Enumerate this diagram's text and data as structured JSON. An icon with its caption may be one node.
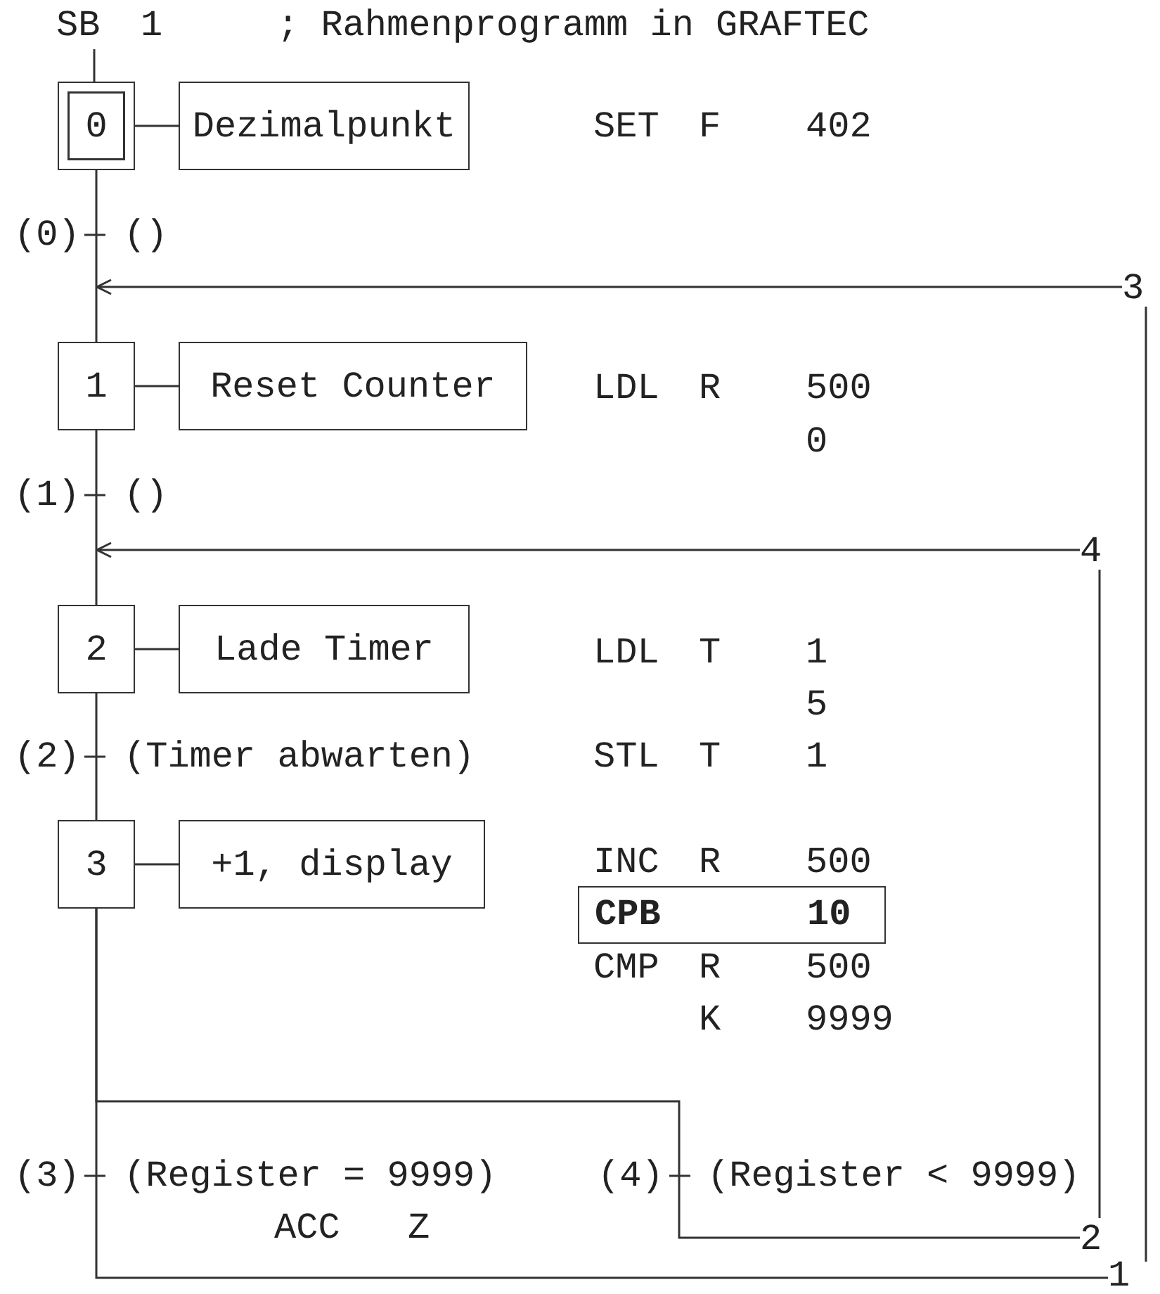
{
  "diagram": {
    "title": "; Rahmenprogramm in GRAFTEC",
    "nodes": [
      {
        "text": [
          "0"
        ]
      },
      {
        "text": [
          "Dezimalpunkt"
        ]
      },
      {
        "text": [
          "3"
        ]
      },
      {
        "text": [
          "1"
        ]
      },
      {
        "text": [
          "Reset Counter"
        ]
      },
      {
        "text": [
          "4"
        ]
      },
      {
        "text": [
          "2"
        ]
      },
      {
        "text": [
          "Lade Timer"
        ]
      },
      {
        "text": [
          "3"
        ]
      },
      {
        "text": [
          "+1, display"
        ]
      },
      {
        "text": [
          "CPB",
          "10"
        ]
      },
      {
        "text": [
          "2"
        ]
      },
      {
        "text": [
          "1"
        ]
      }
    ],
    "edges": [
      {
        "from": 0,
        "to": 3,
        "arrow": "none"
      },
      {
        "from": 3,
        "to": 6,
        "arrow": "none"
      },
      {
        "from": 6,
        "to": 8,
        "arrow": "none"
      },
      {
        "from": 0,
        "to": 1,
        "arrow": "none"
      },
      {
        "from": 3,
        "to": 4,
        "arrow": "none"
      },
      {
        "from": 6,
        "to": 7,
        "arrow": "none"
      },
      {
        "from": 8,
        "to": 9,
        "arrow": "none"
      },
      {
        "from": 2,
        "to": null,
        "arrow": "to"
      },
      {
        "from": 5,
        "to": null,
        "arrow": "to"
      },
      {
        "from": 8,
        "to": 12,
        "arrow": "none"
      },
      {
        "from": 12,
        "to": 2,
        "arrow": "none"
      },
      {
        "from": 8,
        "to": 11,
        "arrow": "none"
      },
      {
        "from": 11,
        "to": 5,
        "arrow": "none"
      }
    ],
    "labels": [
      "SB",
      "1",
      "SET",
      "F",
      "402",
      "(0)",
      "()",
      "LDL",
      "R",
      "500",
      "0",
      "(1)",
      "()",
      "LDL",
      "T",
      "1",
      "5",
      "(2)",
      "(Timer abwarten)",
      "STL",
      "T",
      "1",
      "INC",
      "R",
      "500",
      "CMP",
      "R",
      "500",
      "K",
      "9999",
      "(3)",
      "(Register = 9999)",
      "(4)",
      "(Register < 9999)",
      "ACC",
      "Z"
    ]
  }
}
